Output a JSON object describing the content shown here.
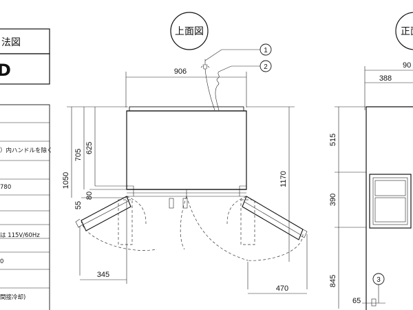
{
  "spec_table": {
    "title": "法図",
    "model": "D",
    "rows": [
      "）内ハンドルを除く",
      "780",
      "は 115V/60Hz",
      "0",
      "間接冷却)"
    ]
  },
  "views": {
    "top": {
      "title": "上面図"
    },
    "front": {
      "title": "正面"
    }
  },
  "callouts": {
    "c1": "1",
    "c2": "2",
    "c3": "3"
  },
  "top_dims": {
    "width": "906",
    "d1050": "1050",
    "d705": "705",
    "d625": "625",
    "d80": "80",
    "d55": "55",
    "d1170": "1170",
    "d345": "345",
    "d470": "470"
  },
  "front_dims": {
    "w90": "90",
    "w388": "388",
    "h515": "515",
    "h390": "390",
    "h845": "845",
    "h65": "65"
  }
}
